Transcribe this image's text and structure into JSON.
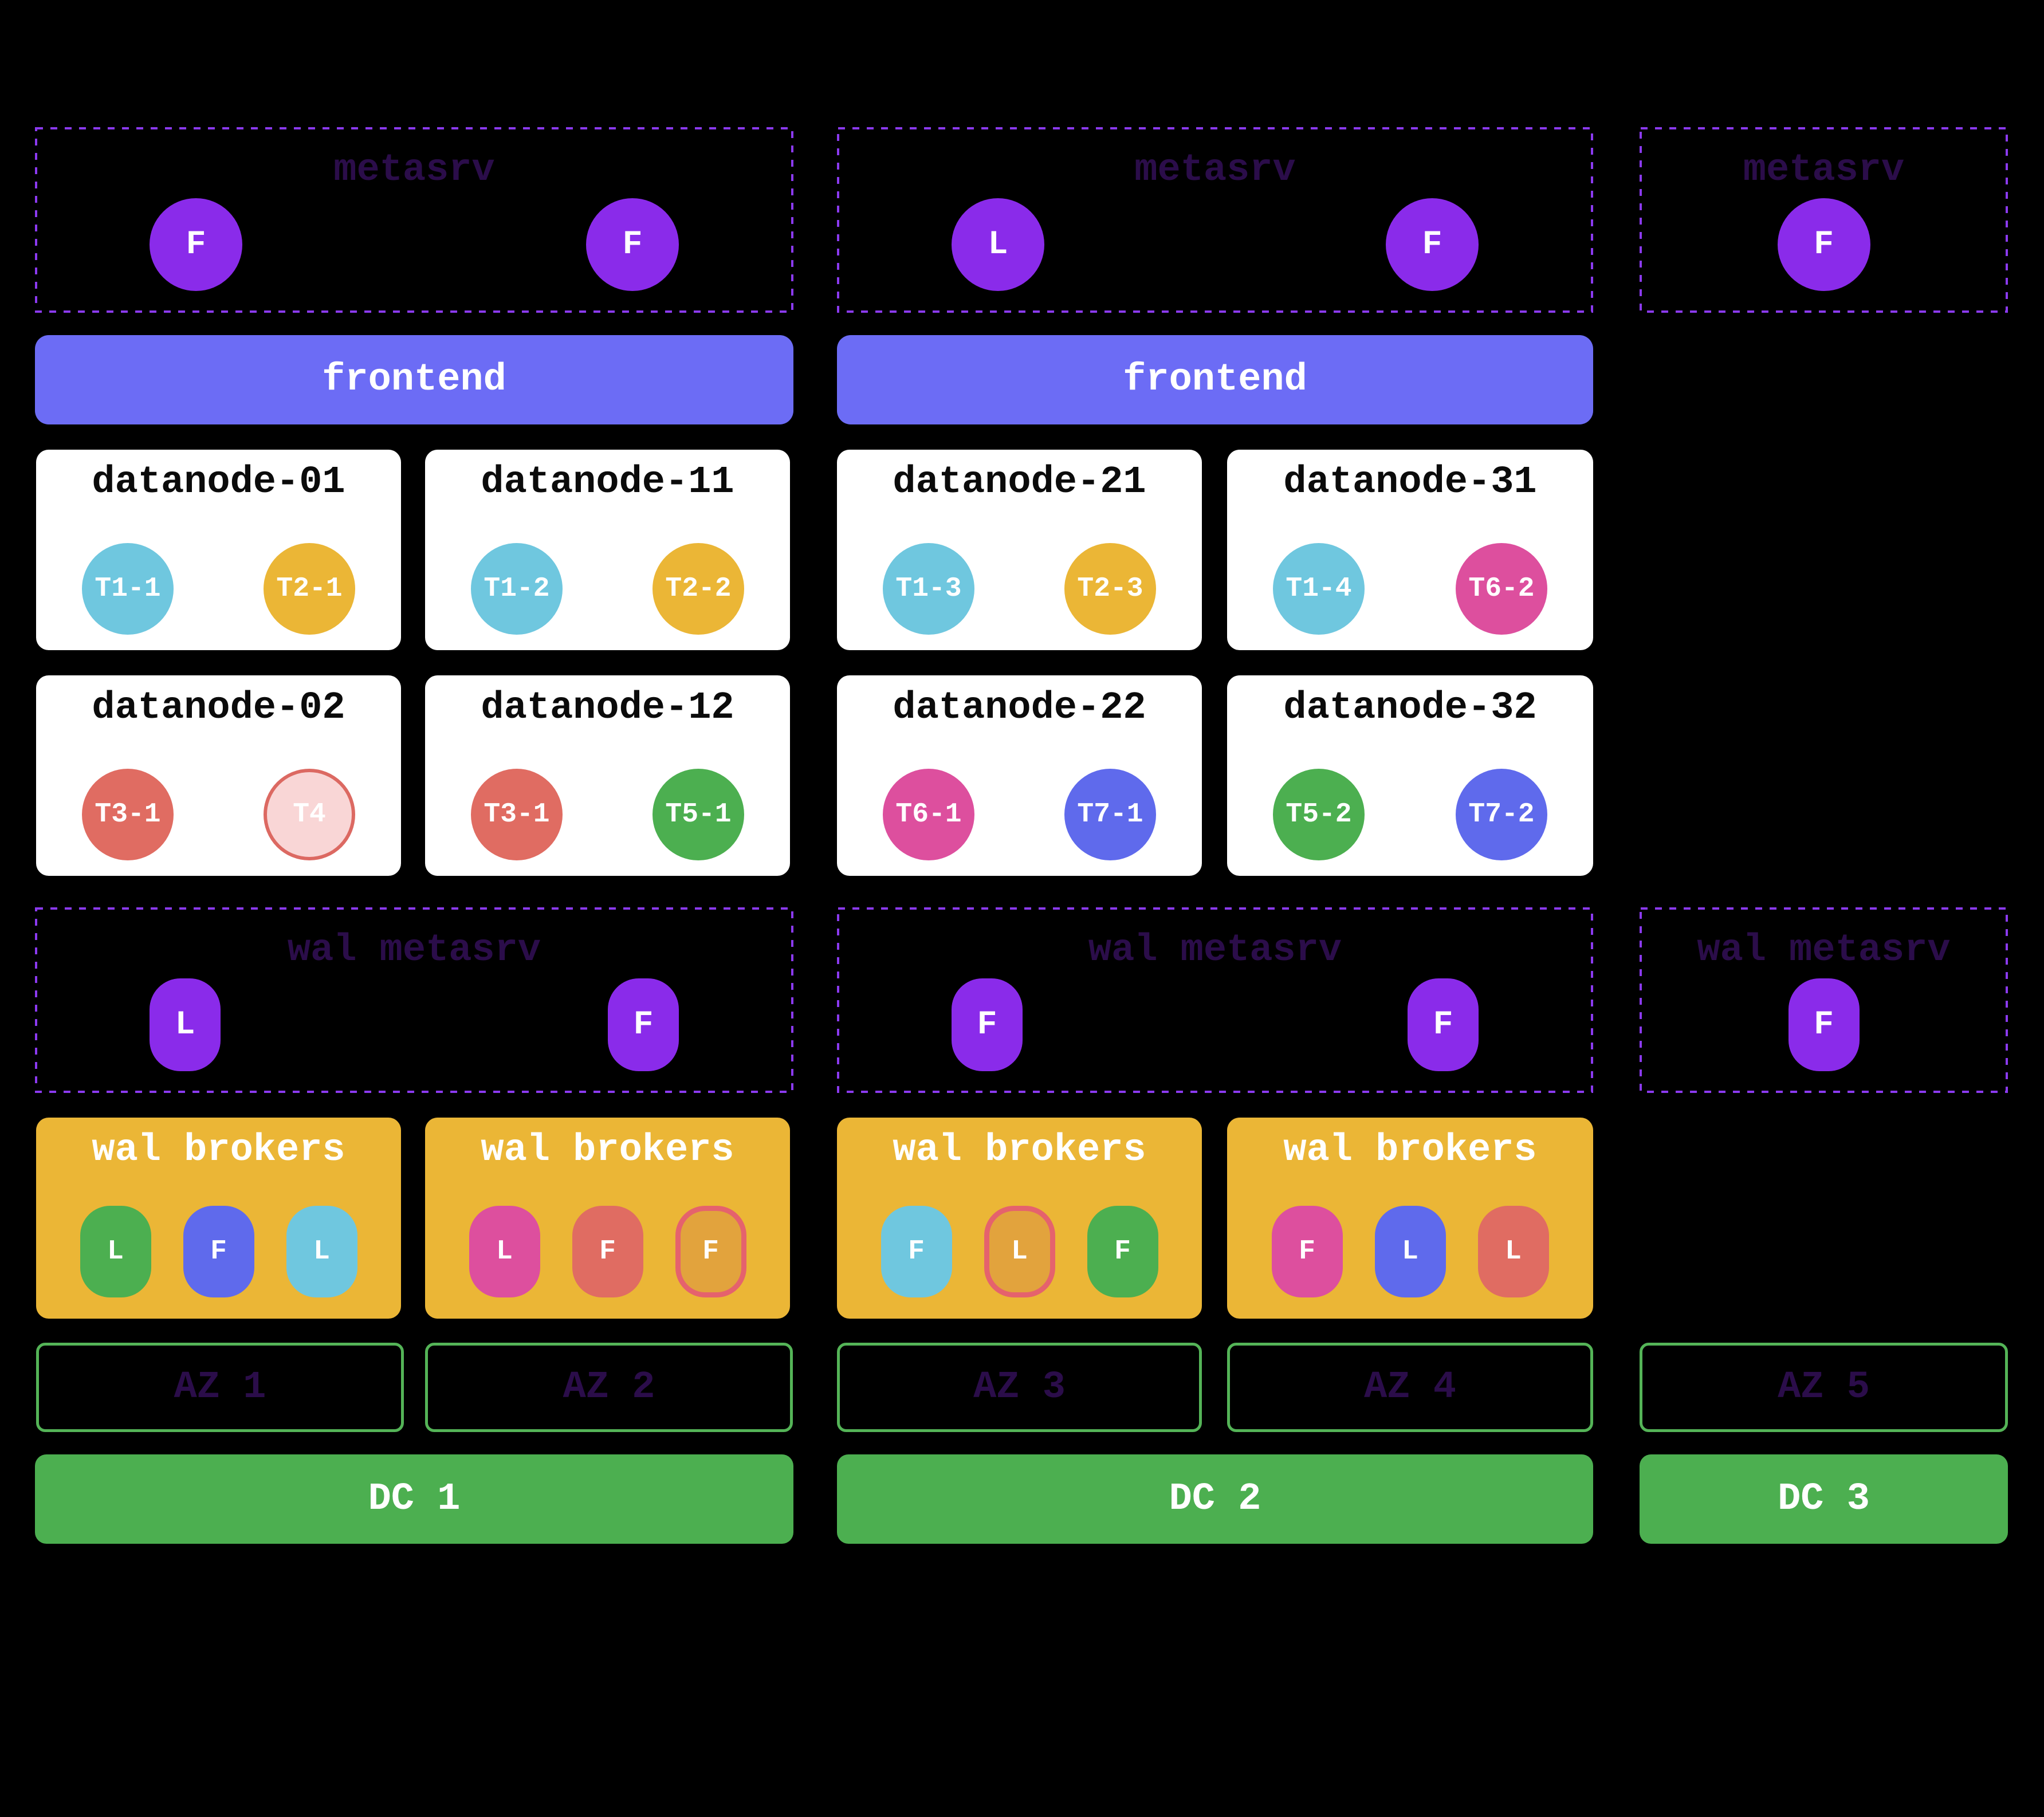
{
  "palette": {
    "background": "#000000",
    "dashed_border": "#8B3AF0",
    "metasrv_node": "#8A2BEA",
    "dashed_title_text": "#2B0D4A",
    "frontend_bar": "#6C6CF5",
    "datanode_box": "#FFFFFF",
    "broker_box_gold": "#EBB636",
    "az_border_green": "#54B457",
    "dc_green": "#4CAF50",
    "sky": "#6FC7DF",
    "gold": "#EBB636",
    "salmon": "#E06C62",
    "green": "#4CAF50",
    "pink": "#DD4F9E",
    "indigo": "#5F6AEC",
    "pale_pink": "#F9D6D6"
  },
  "groups": [
    {
      "metasrv": {
        "title": "metasrv",
        "nodes": [
          {
            "label": "F"
          },
          {
            "label": "F"
          }
        ]
      },
      "frontend": {
        "label": "frontend"
      },
      "datanodes": [
        {
          "title": "datanode-01",
          "regions": [
            {
              "label": "T1-1",
              "color": "#6FC7DF"
            },
            {
              "label": "T2-1",
              "color": "#EBB636"
            }
          ]
        },
        {
          "title": "datanode-11",
          "regions": [
            {
              "label": "T1-2",
              "color": "#6FC7DF"
            },
            {
              "label": "T2-2",
              "color": "#EBB636"
            }
          ]
        },
        {
          "title": "datanode-02",
          "regions": [
            {
              "label": "T3-1",
              "color": "#E06C62"
            },
            {
              "label": "T4",
              "color": "#F9D6D6",
              "border": "#DC6962"
            }
          ]
        },
        {
          "title": "datanode-12",
          "regions": [
            {
              "label": "T3-1",
              "color": "#E06C62"
            },
            {
              "label": "T5-1",
              "color": "#4CAF50"
            }
          ]
        }
      ],
      "wal_metasrv": {
        "title": "wal metasrv",
        "nodes": [
          {
            "label": "L"
          },
          {
            "label": "F"
          }
        ]
      },
      "broker_boxes": [
        {
          "title": "wal brokers",
          "pills": [
            {
              "label": "L",
              "color": "#4CAF50"
            },
            {
              "label": "F",
              "color": "#5F6AEC"
            },
            {
              "label": "L",
              "color": "#6FC7DF"
            }
          ]
        },
        {
          "title": "wal brokers",
          "pills": [
            {
              "label": "L",
              "color": "#DD4F9E"
            },
            {
              "label": "F",
              "color": "#E06C62"
            },
            {
              "label": "F",
              "color": "#E2A33D",
              "border": "#E5626D"
            }
          ]
        }
      ],
      "azs": [
        {
          "label": "AZ 1"
        },
        {
          "label": "AZ 2"
        }
      ],
      "dc": {
        "label": "DC 1"
      }
    },
    {
      "metasrv": {
        "title": "metasrv",
        "nodes": [
          {
            "label": "L"
          },
          {
            "label": "F"
          }
        ]
      },
      "frontend": {
        "label": "frontend"
      },
      "datanodes": [
        {
          "title": "datanode-21",
          "regions": [
            {
              "label": "T1-3",
              "color": "#6FC7DF"
            },
            {
              "label": "T2-3",
              "color": "#EBB636"
            }
          ]
        },
        {
          "title": "datanode-31",
          "regions": [
            {
              "label": "T1-4",
              "color": "#6FC7DF"
            },
            {
              "label": "T6-2",
              "color": "#DD4F9E"
            }
          ]
        },
        {
          "title": "datanode-22",
          "regions": [
            {
              "label": "T6-1",
              "color": "#DD4F9E"
            },
            {
              "label": "T7-1",
              "color": "#5F6AEC"
            }
          ]
        },
        {
          "title": "datanode-32",
          "regions": [
            {
              "label": "T5-2",
              "color": "#4CAF50"
            },
            {
              "label": "T7-2",
              "color": "#5F6AEC"
            }
          ]
        }
      ],
      "wal_metasrv": {
        "title": "wal metasrv",
        "nodes": [
          {
            "label": "F"
          },
          {
            "label": "F"
          }
        ]
      },
      "broker_boxes": [
        {
          "title": "wal brokers",
          "pills": [
            {
              "label": "F",
              "color": "#6FC7DF"
            },
            {
              "label": "L",
              "color": "#E2A33D",
              "border": "#E5626D"
            },
            {
              "label": "F",
              "color": "#4CAF50"
            }
          ]
        },
        {
          "title": "wal brokers",
          "pills": [
            {
              "label": "F",
              "color": "#DD4F9E"
            },
            {
              "label": "L",
              "color": "#5F6AEC"
            },
            {
              "label": "L",
              "color": "#E06C62"
            }
          ]
        }
      ],
      "azs": [
        {
          "label": "AZ 3"
        },
        {
          "label": "AZ 4"
        }
      ],
      "dc": {
        "label": "DC 2"
      }
    },
    {
      "metasrv": {
        "title": "metasrv",
        "nodes": [
          {
            "label": "F"
          }
        ]
      },
      "wal_metasrv": {
        "title": "wal metasrv",
        "nodes": [
          {
            "label": "F"
          }
        ]
      },
      "azs": [
        {
          "label": "AZ 5"
        }
      ],
      "dc": {
        "label": "DC 3"
      }
    }
  ]
}
